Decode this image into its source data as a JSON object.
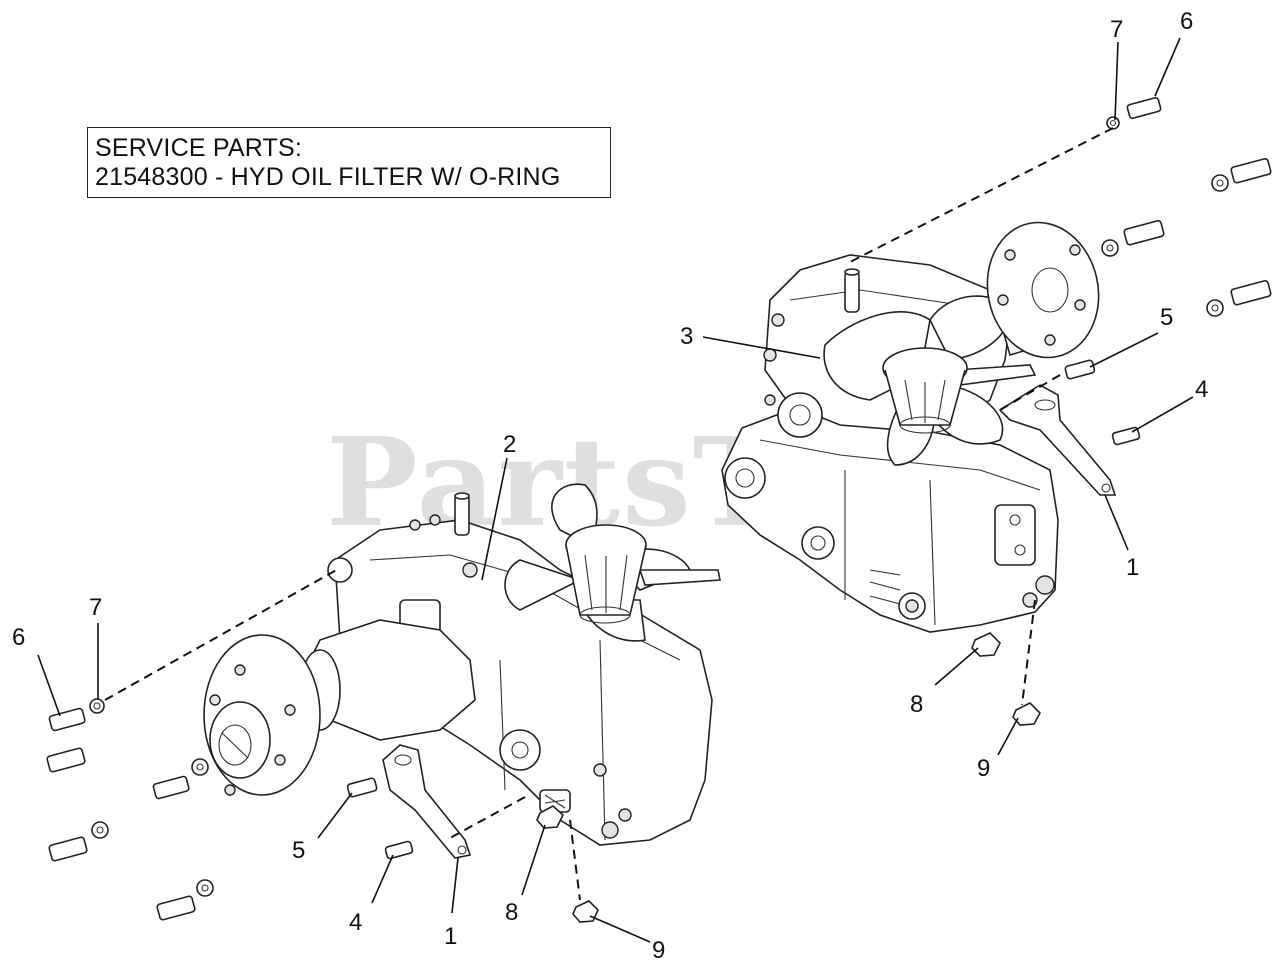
{
  "service_parts": {
    "heading": "SERVICE PARTS:",
    "item": "21548300 - HYD OIL FILTER W/ O-RING"
  },
  "watermark": "PartsTree",
  "callouts": {
    "right_7": "7",
    "right_6": "6",
    "right_3": "3",
    "right_5": "5",
    "right_4": "4",
    "right_1": "1",
    "right_8": "8",
    "right_9": "9",
    "left_2": "2",
    "left_6": "6",
    "left_7": "7",
    "left_5": "5",
    "left_4": "4",
    "left_1": "1",
    "left_8": "8",
    "left_9": "9"
  },
  "icons": [
    "hydrostatic-transaxle-right",
    "hydrostatic-transaxle-left",
    "cooling-fan",
    "wheel-hub",
    "lug-bolt",
    "bracket",
    "nut"
  ]
}
